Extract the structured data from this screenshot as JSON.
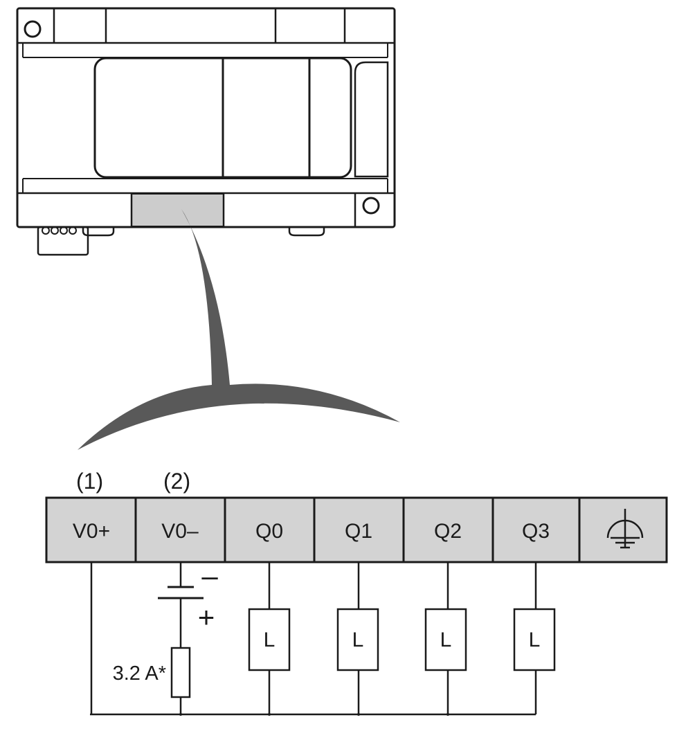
{
  "diagram": {
    "callouts": [
      "(1)",
      "(2)"
    ],
    "terminals": [
      {
        "label": "V0+",
        "kind": "text"
      },
      {
        "label": "V0–",
        "kind": "text"
      },
      {
        "label": "Q0",
        "kind": "text"
      },
      {
        "label": "Q1",
        "kind": "text"
      },
      {
        "label": "Q2",
        "kind": "text"
      },
      {
        "label": "Q3",
        "kind": "text"
      },
      {
        "label": "",
        "kind": "protective-earth-icon"
      }
    ],
    "loads": [
      {
        "output": "Q0",
        "label": "L"
      },
      {
        "output": "Q1",
        "label": "L"
      },
      {
        "output": "Q2",
        "label": "L"
      },
      {
        "output": "Q3",
        "label": "L"
      }
    ],
    "battery": {
      "minus_label": "–",
      "plus_label": "+"
    },
    "fuse": {
      "rating_label": "3.2 A*"
    },
    "colors": {
      "line": "#1a1a1a",
      "terminal_fill": "#d3d3d3",
      "highlight_fill": "#cccccc",
      "connector_arc": "#595959"
    }
  }
}
